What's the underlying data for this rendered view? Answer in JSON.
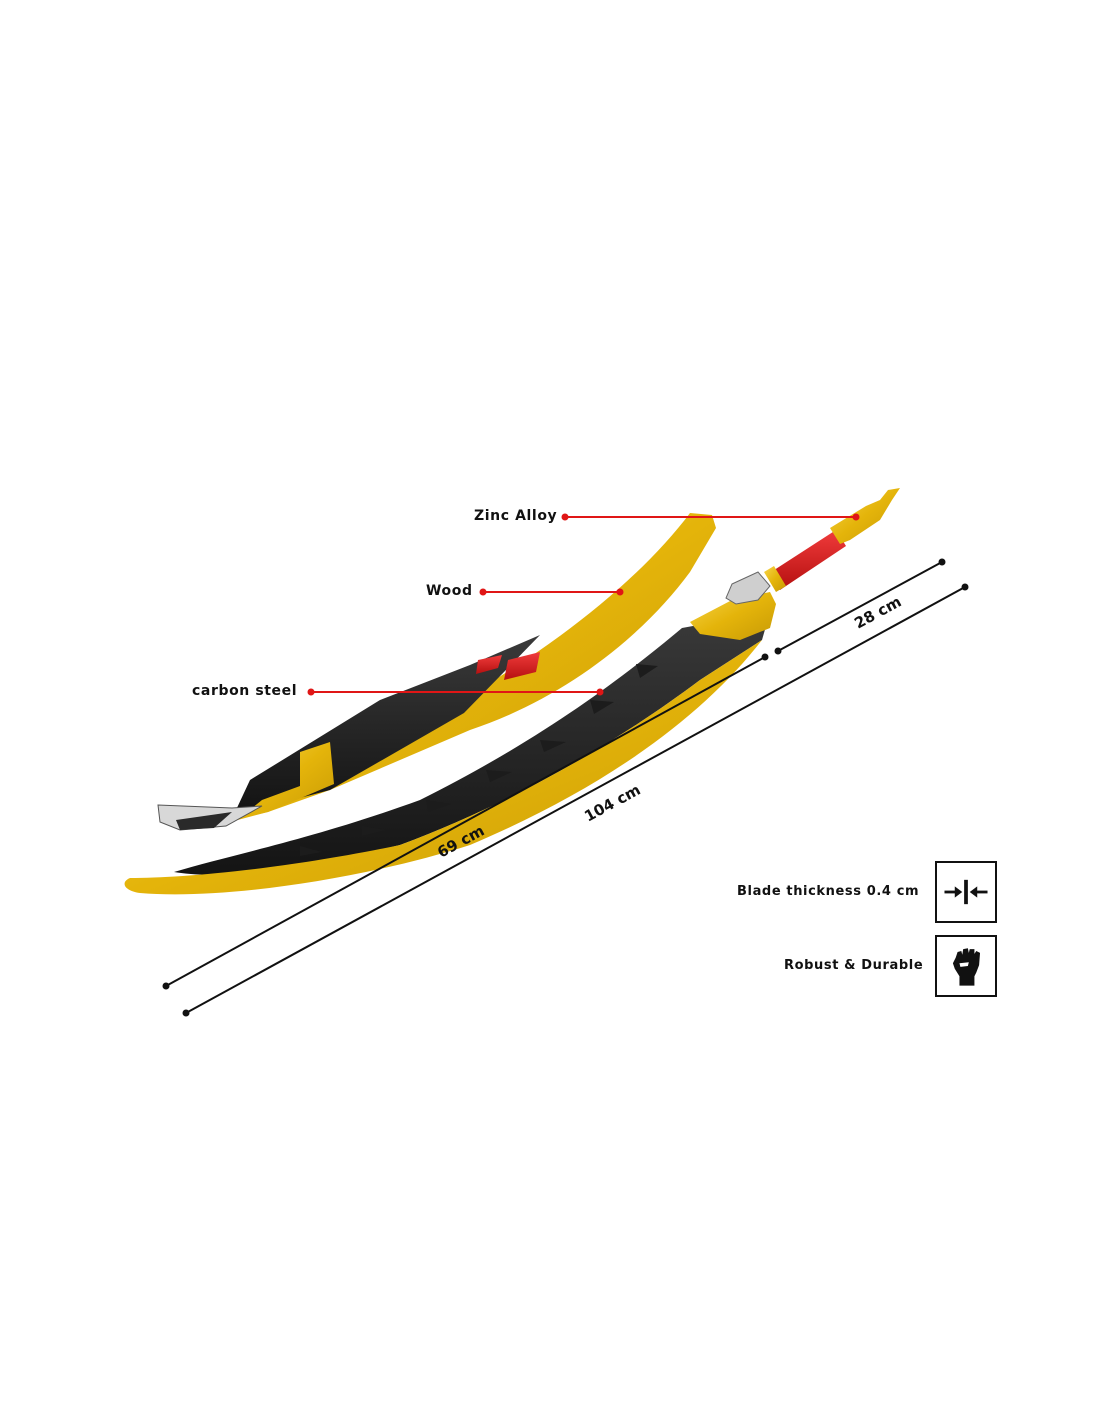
{
  "callouts": {
    "zinc_alloy": "Zinc Alloy",
    "wood": "Wood",
    "carbon_steel": "carbon steel"
  },
  "dimensions": {
    "handle": "28 cm",
    "blade": "69 cm",
    "total": "104 cm"
  },
  "features": {
    "thickness": "Blade thickness 0.4 cm",
    "durability": "Robust & Durable"
  },
  "icons": {
    "thickness": "compress-arrows-icon",
    "durability": "raised-fist-icon"
  },
  "colors": {
    "gold": "#e8b80c",
    "black": "#1c1c1c",
    "red": "#d81e1e",
    "callout": "#e01616"
  }
}
